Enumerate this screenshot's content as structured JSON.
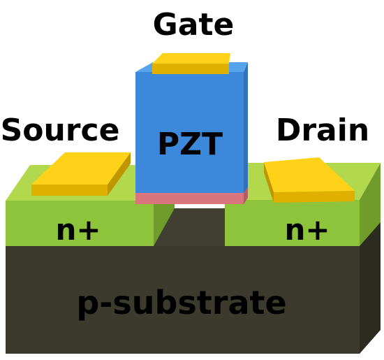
{
  "labels": {
    "gate": "Gate",
    "source": "Source",
    "drain": "Drain",
    "ferroelectric": "PZT",
    "source_region": "n+",
    "drain_region": "n+",
    "substrate": "p-substrate"
  },
  "colors": {
    "substrate_front": "#3b3a2c",
    "substrate_top": "#4a4a38",
    "substrate_side": "#2c2b20",
    "nplus_front": "#8dc43c",
    "nplus_top": "#b2d94e",
    "nplus_side": "#6f9c2b",
    "channel": "#403f31",
    "pzt_front": "#3c89db",
    "pzt_top": "#56a4ec",
    "pzt_side": "#2f71bd",
    "oxide_front": "#d9757d",
    "oxide_side": "#b55c63",
    "electrode_top": "#ffd21a",
    "electrode_front": "#dfb000",
    "electrode_side": "#c09600"
  }
}
